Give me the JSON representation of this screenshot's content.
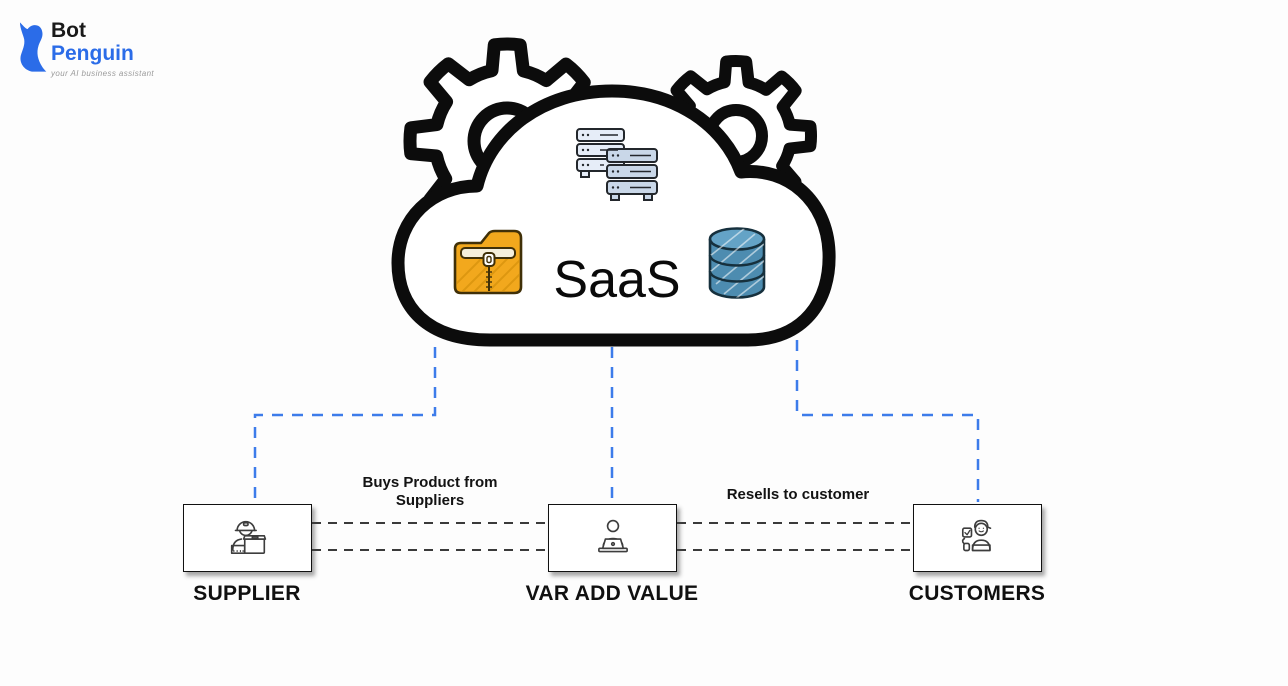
{
  "logo": {
    "name_line1": "Bot",
    "name_line2": "Penguin",
    "tagline": "your AI business assistant",
    "icon": "penguin-icon"
  },
  "cloud": {
    "label": "SaaS",
    "decorations": [
      "gear-icon",
      "gear-icon"
    ],
    "icons": [
      "server-stack-icon",
      "zip-folder-icon",
      "database-icon"
    ]
  },
  "nodes": [
    {
      "id": "supplier",
      "label": "SUPPLIER",
      "icon": "worker-with-box-icon"
    },
    {
      "id": "var",
      "label": "VAR ADD VALUE",
      "icon": "person-at-laptop-icon"
    },
    {
      "id": "customers",
      "label": "CUSTOMERS",
      "icon": "customer-feedback-icon"
    }
  ],
  "edges": [
    {
      "from": "saas",
      "to": "supplier",
      "style": "blue-dashed-elbow"
    },
    {
      "from": "saas",
      "to": "var",
      "style": "blue-dashed-straight"
    },
    {
      "from": "saas",
      "to": "customers",
      "style": "blue-dashed-elbow"
    },
    {
      "from": "supplier",
      "to": "var",
      "style": "black-dashed-double",
      "label_line1": "Buys Product from",
      "label_line2": "Suppliers"
    },
    {
      "from": "var",
      "to": "customers",
      "style": "black-dashed-double",
      "label": "Resells to customer"
    }
  ],
  "colors": {
    "background": "#fdfdfd",
    "outline": "#0c0c0c",
    "connector_blue": "#3d7cea",
    "connector_dark": "#1f1f1f",
    "brand_blue": "#2b6ce8",
    "brand_dark": "#1a1a1a",
    "folder_yellow": "#f2a81d",
    "folder_strip": "#f5efdc",
    "folder_outline": "#403008",
    "server_fill_back": "#e6edf8",
    "server_fill_front": "#c9d7e8",
    "db_fill": "#4d8cb0",
    "db_top": "#64a3c6",
    "db_outline": "#16303d"
  }
}
